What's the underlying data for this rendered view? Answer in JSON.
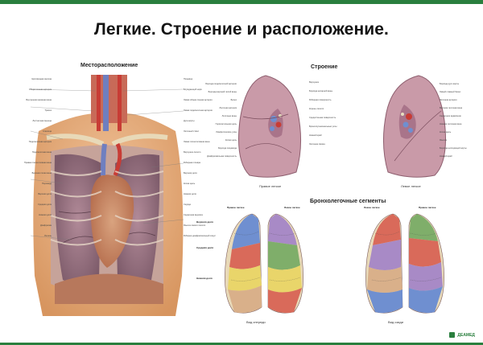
{
  "title": "Легкие. Строение и расположение.",
  "sections": {
    "location": "Месторасположение",
    "structure": "Строение",
    "segments": "Бронхолегочные сегменты"
  },
  "location_labels_left": [
    "Щитовидная железа",
    "Общая сонная артерия",
    "Внутренняя яремная вена",
    "Трахея",
    "Лестничная мышца",
    "Ключица",
    "Подключичная артерия",
    "Подключичная вена",
    "Правая плечеголовная вена",
    "Верхняя полая вена",
    "Перикард",
    "Верхняя доля",
    "Средняя доля",
    "Нижняя доля",
    "Диафрагма",
    "Печень"
  ],
  "location_labels_right": [
    "Пищевод",
    "Блуждающий нерв",
    "Левая общая сонная артерия",
    "Левая подключичная артерия",
    "Дуга аорты",
    "Легочный ствол",
    "Левая плечеголовная вена",
    "Верхушка легкого",
    "Реберная плевра",
    "Верхняя доля",
    "Косая щель",
    "Нижняя доля",
    "Сердце",
    "Сердечная вырезка",
    "Язычок левого легкого",
    "Реберно-диафрагмальный синус"
  ],
  "right_lung_labels_left": [
    "Борозда подключичной артерии",
    "Борозда верхней полой вены",
    "Бронх",
    "Легочная артерия",
    "Легочные вены",
    "Горизонтальная щель",
    "Лимфатические узлы",
    "Косая щель",
    "Борозда пищевода",
    "Диафрагмальная поверхность"
  ],
  "right_lung_labels_right": [
    "Верхушка",
    "Борозда непарной вены",
    "Реберная поверхность",
    "Корень легкого",
    "Средостенная поверхность",
    "Бронхопульмональные узлы",
    "Нижний край",
    "Легочная связка"
  ],
  "right_lung_caption": "Правое легкое",
  "left_lung_labels_right": [
    "Борозда дуги аорты",
    "Левый главный бронх",
    "Легочная артерия",
    "Верхняя легочная вена",
    "Сердечное вдавление",
    "Нижняя легочная вена",
    "Косая щель",
    "Язычок",
    "Борозда нисходящей аорты",
    "Нижний край"
  ],
  "left_lung_caption": "Левое легкое",
  "segments_front_caption": "Вид спереди",
  "segments_back_caption": "Вид сзади",
  "segment_tags": {
    "right_lung": "Правое легкое",
    "left_lung": "Левое легкое",
    "upper_lobe": "Верхняя доля",
    "middle_lobe": "Средняя доля",
    "lower_lobe": "Нижняя доля"
  },
  "brand": "ДЕАМЕД",
  "colors": {
    "border_green": "#2a7f3e",
    "lung_pink": "#c99aa8",
    "lung_dark": "#8e5f6f",
    "seg_blue": "#6f8fd0",
    "seg_yellow": "#e9d56a",
    "seg_red": "#d96a5a",
    "seg_green": "#7fae6a",
    "seg_violet": "#a88ac6",
    "seg_tan": "#d9b08a"
  }
}
